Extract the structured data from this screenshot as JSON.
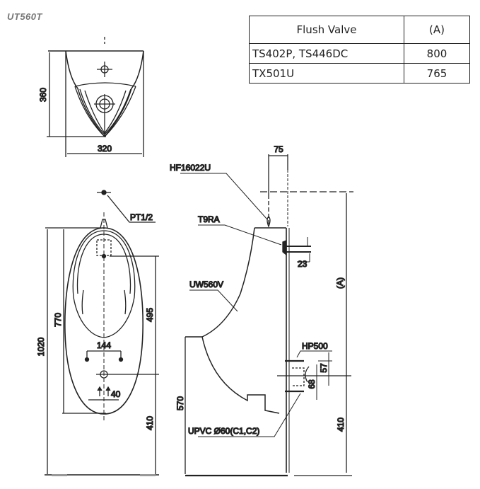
{
  "model": "UT560T",
  "table": {
    "headers": [
      "Flush Valve",
      "(A)"
    ],
    "rows": [
      {
        "valve": "TS402P, TS446DC",
        "a": "800"
      },
      {
        "valve": "TX501U",
        "a": "765"
      }
    ]
  },
  "top_view": {
    "height_dim": "360",
    "width_dim": "320"
  },
  "front_view": {
    "supply_label": "PT1/2",
    "overall_height": "1020",
    "bowl_height": "770",
    "inlet_to_outlet": "495",
    "outlet_height": "410",
    "bolt_spacing": "144",
    "outlet_offset": "40"
  },
  "side_view": {
    "labels": {
      "flush_pipe": "HF16022U",
      "spud": "T9RA",
      "urinal": "UW560V",
      "trap": "HP500",
      "drain": "UPVC Ø60(C1,C2)"
    },
    "dims": {
      "wall_offset": "75",
      "spud_dim": "23",
      "valve_height": "(A)",
      "trap_upper": "57",
      "trap_lower": "68",
      "drain_height": "410",
      "rim_height": "570"
    }
  }
}
